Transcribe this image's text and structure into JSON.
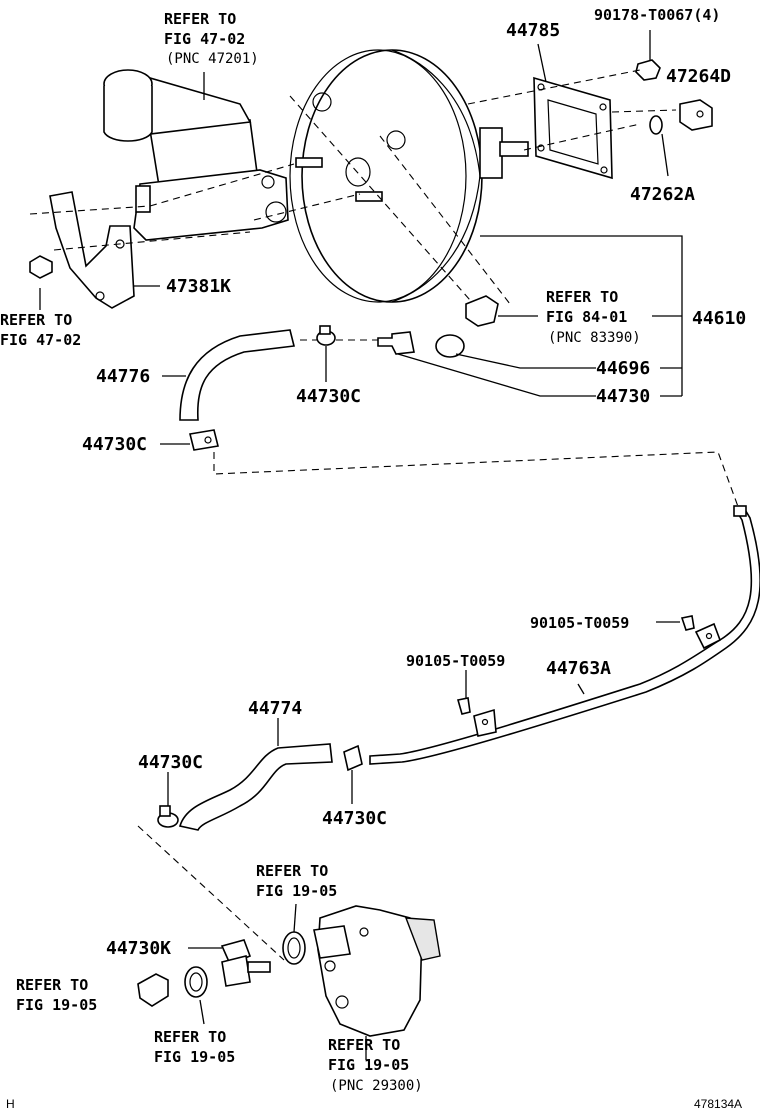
{
  "diagram": {
    "refs": {
      "ref_master_cyl": {
        "line1": "REFER TO",
        "line2": "FIG 47-02",
        "line3": "(PNC 47201)"
      },
      "ref_left_bolt": {
        "line1": "REFER TO",
        "line2": "FIG 47-02"
      },
      "ref_check_valve": {
        "line1": "REFER TO",
        "line2": "FIG 84-01",
        "line3": "(PNC 83390)"
      },
      "ref_pump_oring": {
        "line1": "REFER TO",
        "line2": "FIG 19-05"
      },
      "ref_plug": {
        "line1": "REFER TO",
        "line2": "FIG 19-05"
      },
      "ref_gasket": {
        "line1": "REFER TO",
        "line2": "FIG 19-05"
      },
      "ref_pump": {
        "line1": "REFER TO",
        "line2": "FIG 19-05",
        "line3": "(PNC 29300)"
      }
    },
    "labels": {
      "p44785": "44785",
      "p90178": "90178-T0067(4)",
      "p47264D": "47264D",
      "p47262A": "47262A",
      "p47381K": "47381K",
      "p44610": "44610",
      "p44776": "44776",
      "p44730C_a": "44730C",
      "p44696": "44696",
      "p44730": "44730",
      "p44730C_b": "44730C",
      "p90105_a": "90105-T0059",
      "p90105_b": "90105-T0059",
      "p44763A": "44763A",
      "p44774": "44774",
      "p44730C_c": "44730C",
      "p44730C_d": "44730C",
      "p44730K": "44730K"
    },
    "corner_left": "H",
    "figure_id": "478134A"
  }
}
